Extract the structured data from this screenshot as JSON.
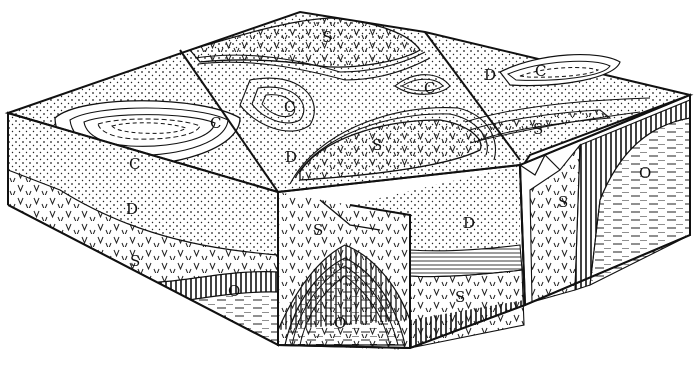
{
  "figure": {
    "description_labels": {
      "c": "C",
      "d": "D",
      "s": "S",
      "o": "O"
    },
    "colors": {
      "ink": "#111111",
      "paper": "#ffffff"
    }
  }
}
